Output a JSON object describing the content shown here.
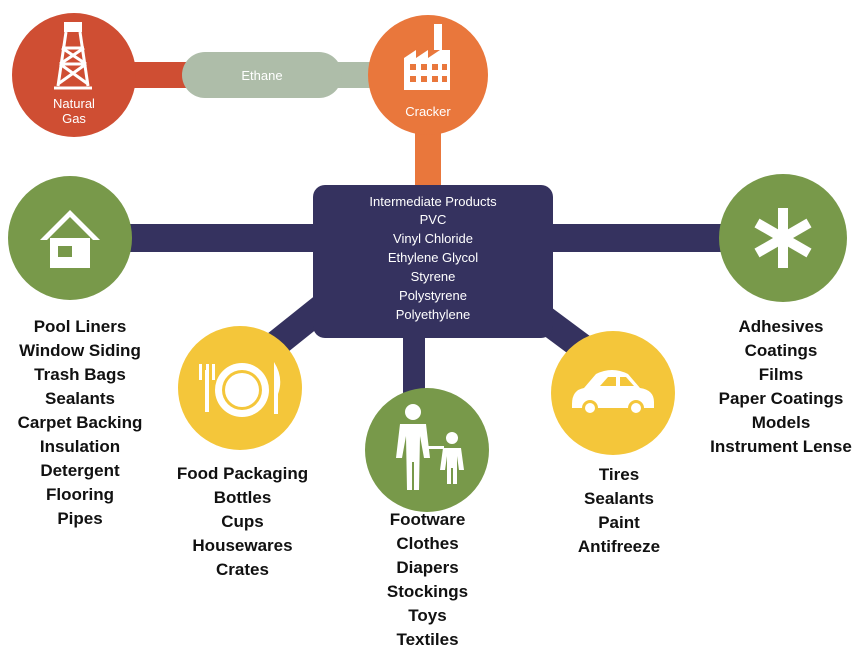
{
  "colors": {
    "navy": "#35325f",
    "red": "#cf4e33",
    "orange": "#e9773c",
    "green": "#78994a",
    "yellow": "#f4c63a",
    "ethane": "#aebda9"
  },
  "nodes": {
    "natural_gas": {
      "label_line1": "Natural",
      "label_line2": "Gas",
      "icon": "oil-derrick-icon"
    },
    "ethane": {
      "label": "Ethane"
    },
    "cracker": {
      "label": "Cracker",
      "icon": "factory-icon"
    },
    "center": {
      "lines": [
        "Intermediate Products",
        "PVC",
        "Vinyl Chloride",
        "Ethylene Glycol",
        "Styrene",
        "Polystyrene",
        "Polyethylene"
      ]
    },
    "house": {
      "icon": "house-icon"
    },
    "food": {
      "icon": "plate-fork-knife-icon"
    },
    "family": {
      "icon": "parent-child-icon"
    },
    "car": {
      "icon": "car-icon"
    },
    "asterisk": {
      "icon": "asterisk-icon"
    }
  },
  "lists": {
    "house": [
      "Pool Liners",
      "Window Siding",
      "Trash Bags",
      "Sealants",
      "Carpet Backing",
      "Insulation",
      "Detergent",
      "Flooring",
      "Pipes"
    ],
    "food": [
      "Food Packaging",
      "Bottles",
      "Cups",
      "Housewares",
      "Crates"
    ],
    "family": [
      "Footware",
      "Clothes",
      "Diapers",
      "Stockings",
      "Toys",
      "Textiles"
    ],
    "car": [
      "Tires",
      "Sealants",
      "Paint",
      "Antifreeze"
    ],
    "asterisk": [
      "Adhesives",
      "Coatings",
      "Films",
      "Paper Coatings",
      "Models",
      "Instrument Lense"
    ]
  }
}
